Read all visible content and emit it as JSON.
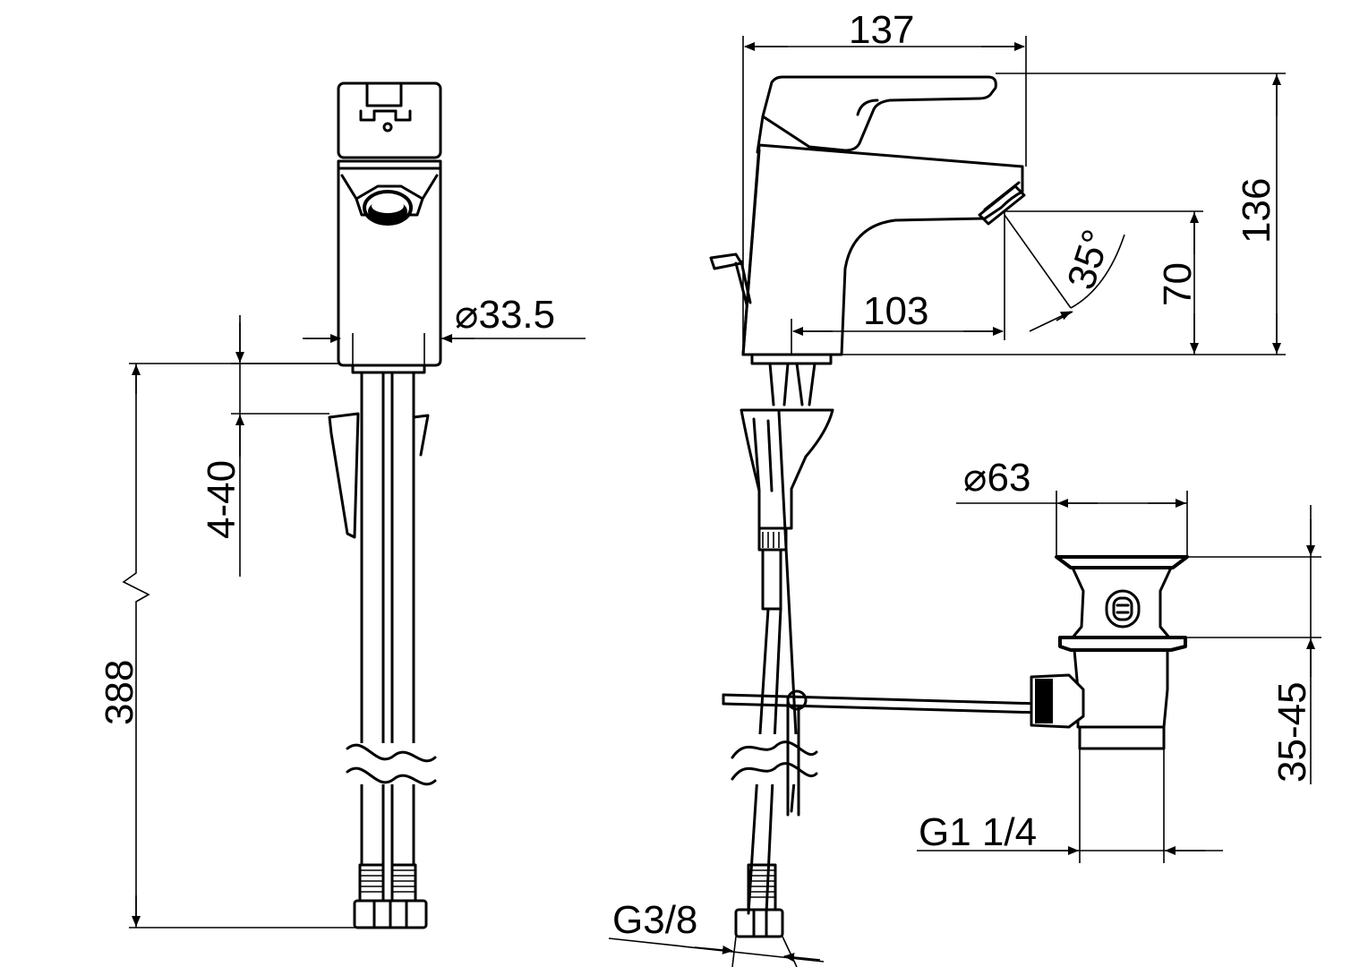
{
  "dimensions": {
    "width_total": "137",
    "height_total": "136",
    "spout_height": "70",
    "spout_reach": "103",
    "spout_angle": "35°",
    "body_diameter": "⌀33.5",
    "deck_thickness": "4-40",
    "hose_length": "388",
    "waste_diameter": "⌀63",
    "waste_height": "35-45",
    "waste_thread": "G1 1/4",
    "hose_thread": "G3/8"
  },
  "colors": {
    "line": "#000000",
    "background": "#ffffff"
  }
}
